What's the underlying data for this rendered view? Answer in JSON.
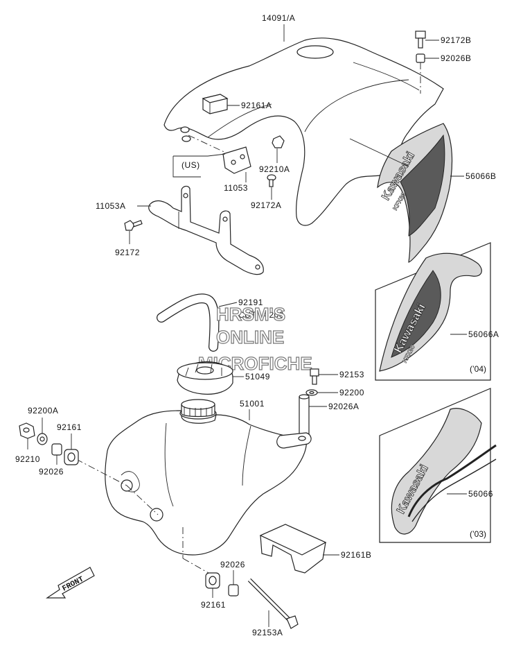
{
  "part_labels": {
    "p14091a": "14091/A",
    "p92172b": "92172B",
    "p92026b": "92026B",
    "p92161a": "92161A",
    "us": "(US)",
    "p92210a": "92210A",
    "p11053": "11053",
    "p92172a": "92172A",
    "p56066b": "56066B",
    "p11053a": "11053A",
    "p92172": "92172",
    "p92191": "92191",
    "cut": "CUT L=200",
    "p56066a": "56066A",
    "p51049": "51049",
    "p92153": "92153",
    "p92200": "92200",
    "p51001": "51001",
    "p92026a": "92026A",
    "p92200a": "92200A",
    "p92161_left": "92161",
    "p92210": "92210",
    "p92026_left": "92026",
    "p56066": "56066",
    "p92161b": "92161B",
    "p92026_bottom": "92026",
    "p92161_bottom": "92161",
    "p92153a": "92153A"
  },
  "variant_years": {
    "y04": "(’04)",
    "y03": "(’03)"
  },
  "watermark": {
    "line1": "HRSM'S",
    "line2": "ONLINE",
    "line3": "MICROFICHE"
  },
  "decal_text": {
    "brand": "Kawasaki",
    "model": "KFX80"
  },
  "direction_marker": "FRONT",
  "colors": {
    "ink": "#222222",
    "decal_dark": "#5a5a5a",
    "background": "#ffffff"
  }
}
